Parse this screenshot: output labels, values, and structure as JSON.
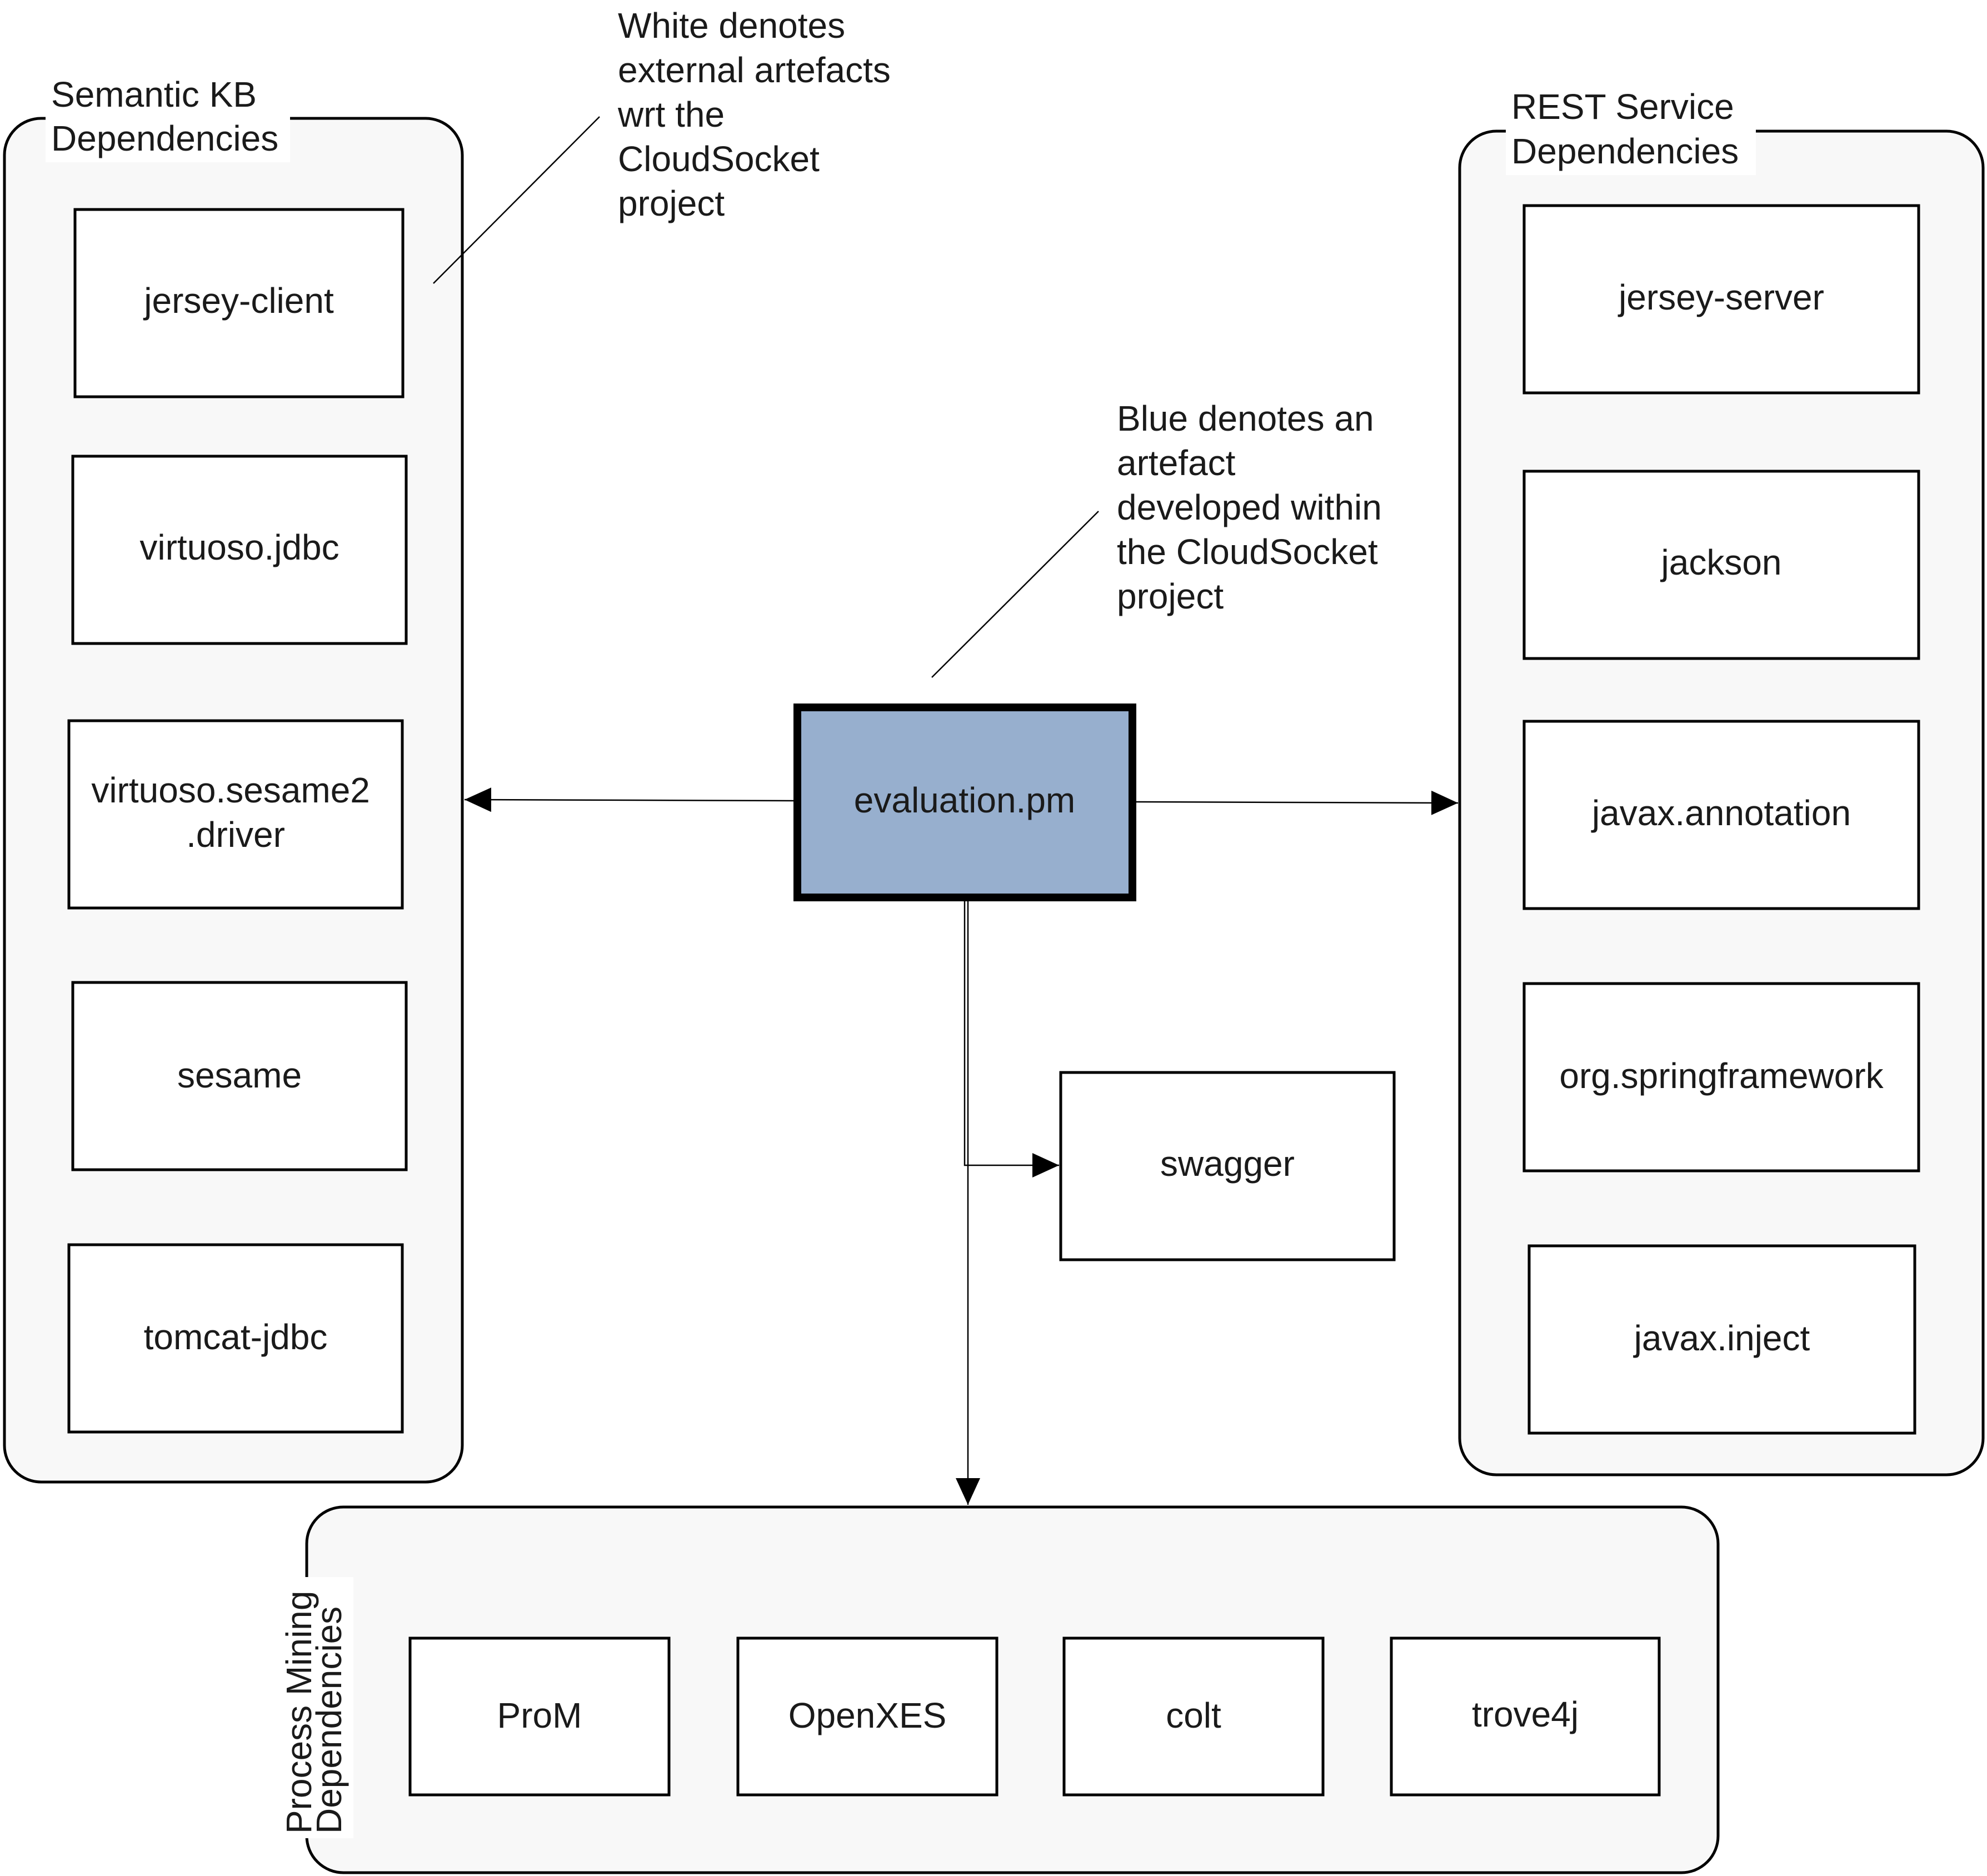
{
  "colors": {
    "internal_artefact": "#97afce",
    "external_artefact": "#ffffff",
    "group_background": "#f8f8f8",
    "stroke": "#000000"
  },
  "notes": {
    "external": [
      "White denotes",
      "external artefacts",
      "wrt the",
      "CloudSocket",
      "project"
    ],
    "internal": [
      "Blue denotes an",
      "artefact",
      "developed within",
      "the CloudSocket",
      "project"
    ]
  },
  "main_artefact": {
    "label": "evaluation.pm"
  },
  "standalone": {
    "swagger": "swagger"
  },
  "groups": {
    "semantic_kb": {
      "title": [
        "Semantic KB",
        "Dependencies"
      ],
      "items": [
        {
          "lines": [
            "jersey-client"
          ]
        },
        {
          "lines": [
            "virtuoso.jdbc"
          ]
        },
        {
          "lines": [
            "virtuoso.sesame2",
            ".driver"
          ]
        },
        {
          "lines": [
            "sesame"
          ]
        },
        {
          "lines": [
            "tomcat-jdbc"
          ]
        }
      ]
    },
    "rest_service": {
      "title": [
        "REST Service",
        "Dependencies"
      ],
      "items": [
        {
          "lines": [
            "jersey-server"
          ]
        },
        {
          "lines": [
            "jackson"
          ]
        },
        {
          "lines": [
            "javax.annotation"
          ]
        },
        {
          "lines": [
            "org.springframework"
          ]
        },
        {
          "lines": [
            "javax.inject"
          ]
        }
      ]
    },
    "process_mining": {
      "title": [
        "Process Mining",
        "Dependencies"
      ],
      "items": [
        {
          "lines": [
            "ProM"
          ]
        },
        {
          "lines": [
            "OpenXES"
          ]
        },
        {
          "lines": [
            "colt"
          ]
        },
        {
          "lines": [
            "trove4j"
          ]
        }
      ]
    }
  }
}
